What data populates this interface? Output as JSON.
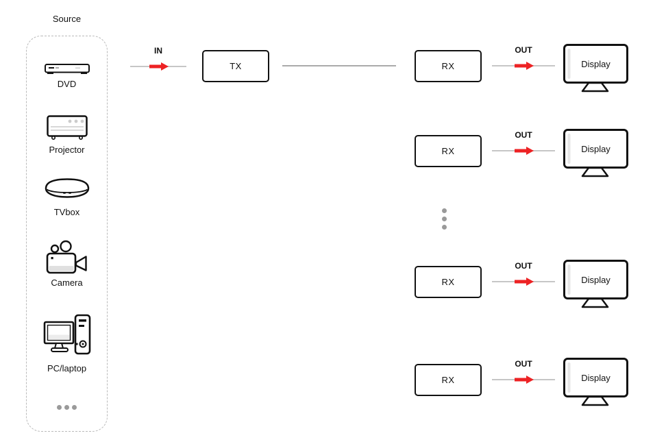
{
  "source_panel": {
    "title": "Source",
    "items": [
      {
        "name": "dvd-player",
        "label": "DVD"
      },
      {
        "name": "projector",
        "label": "Projector"
      },
      {
        "name": "tv-box",
        "label": "TVbox"
      },
      {
        "name": "camera",
        "label": "Camera"
      },
      {
        "name": "pc-laptop",
        "label": "PC/laptop"
      },
      {
        "name": "more-sources-ellipsis",
        "label": ""
      }
    ]
  },
  "transmitter": {
    "label": "TX",
    "in_label": "IN"
  },
  "receiver_rows": [
    {
      "rx_label": "RX",
      "out_label": "OUT",
      "display_label": "Display"
    },
    {
      "rx_label": "RX",
      "out_label": "OUT",
      "display_label": "Display"
    },
    {
      "rx_label": "RX",
      "out_label": "OUT",
      "display_label": "Display"
    },
    {
      "rx_label": "RX",
      "out_label": "OUT",
      "display_label": "Display"
    }
  ],
  "colors": {
    "arrow_red": "#ed2224",
    "flow_line_gray": "#c6c6c6",
    "trunk_line_gray": "#aaaaaa",
    "box_border": "#111111",
    "dot_gray": "#9a9a9a",
    "panel_dash_gray": "#b9b9b9"
  }
}
